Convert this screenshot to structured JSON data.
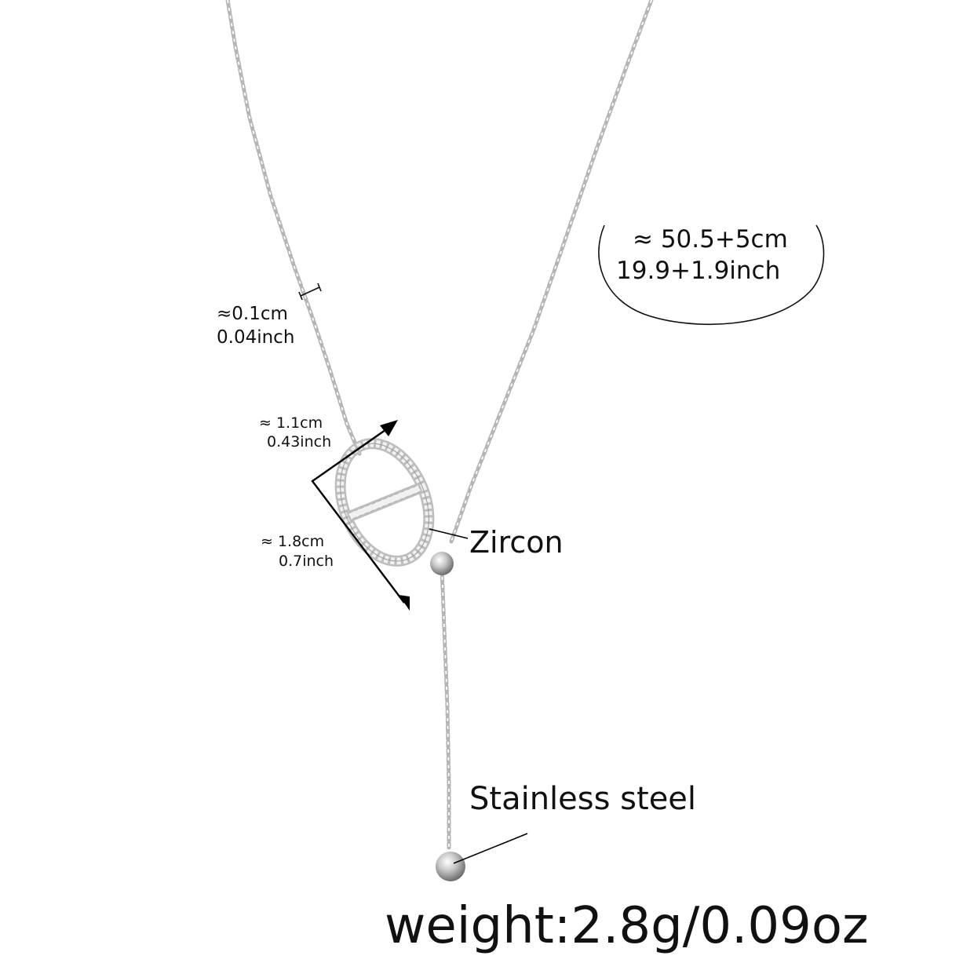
{
  "product": {
    "type": "lariat necklace",
    "total_length": {
      "cm": "≈ 50.5+5cm",
      "inch": "19.9+1.9inch"
    },
    "chain_width": {
      "cm": "≈0.1cm",
      "inch": "0.04inch"
    },
    "pendant_width": {
      "cm": "≈ 1.1cm",
      "inch": "0.43inch"
    },
    "pendant_height": {
      "cm": "≈ 1.8cm",
      "inch": "0.7inch"
    },
    "materials": {
      "stone": "Zircon",
      "metal": "Stainless steel"
    },
    "weight": "weight:2.8g/0.09oz"
  },
  "colors": {
    "background": "#ffffff",
    "text": "#111111",
    "metal": "#b8b8b8",
    "annotation_line": "#000000"
  }
}
